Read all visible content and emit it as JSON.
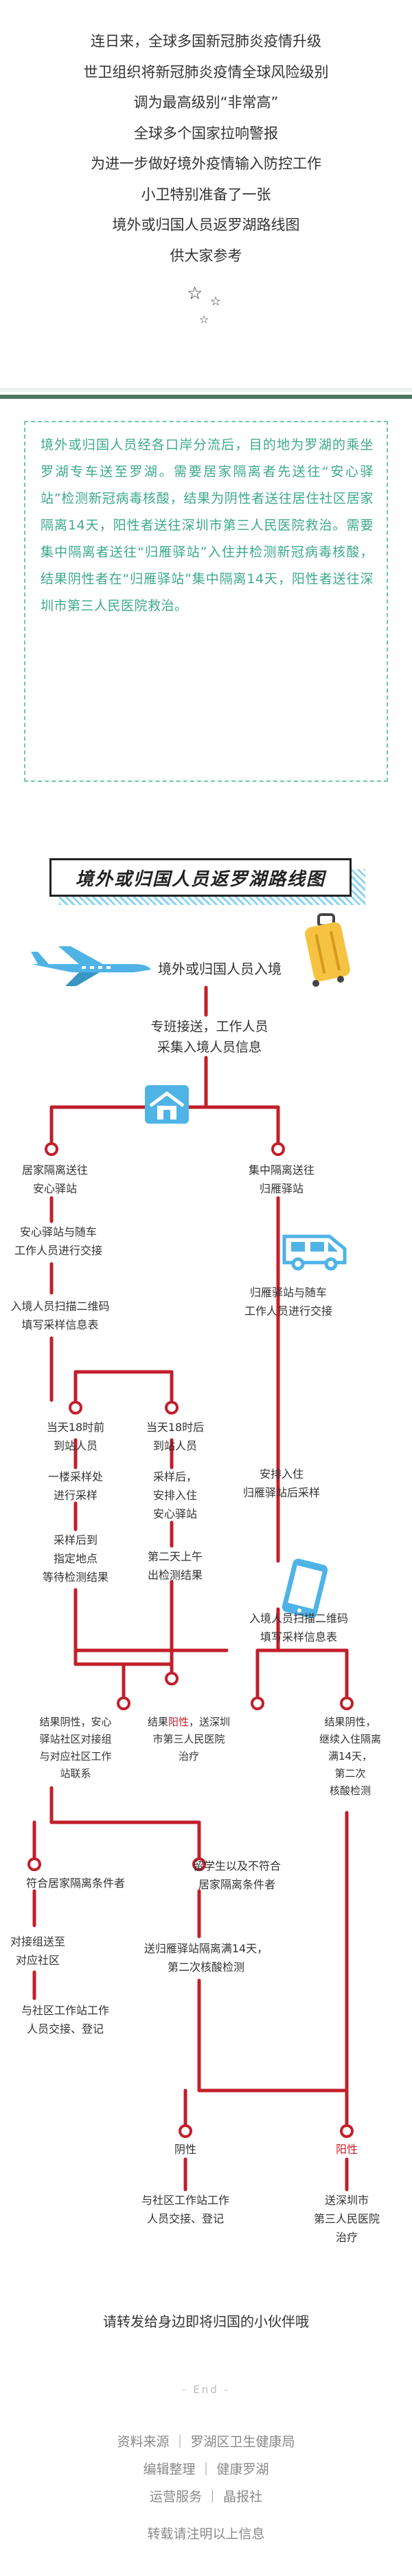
{
  "intro": {
    "lines": [
      "连日来，全球多国新冠肺炎疫情升级",
      "世卫组织将新冠肺炎疫情全球风险级别",
      "调为最高级别“非常高”",
      "全球多个国家拉响警报",
      "为进一步做好境外疫情输入防控工作",
      "小卫特别准备了一张",
      "境外或归国人员返罗湖路线图",
      "供大家参考"
    ]
  },
  "summary": "境外或归国人员经各口岸分流后，目的地为罗湖的乘坐罗湖专车送至罗湖。需要居家隔离者先送往“安心驿站”检测新冠病毒核酸，结果为阴性者送往居住社区居家隔离14天，阳性者送往深圳市第三人民医院救治。需要集中隔离者送往“归雁驿站”入住并检测新冠病毒核酸，结果阴性者在“归雁驿站”集中隔离14天，阳性者送往深圳市第三人民医院救治。",
  "diagram": {
    "title": "境外或归国人员返罗湖路线图",
    "start": "境外或归国人员入境",
    "pickup": [
      "专班接送，工作人员",
      "采集入境人员信息"
    ],
    "left_branch": [
      "居家隔离送往",
      "安心驿站"
    ],
    "right_branch": [
      "集中隔离送往",
      "归雁驿站"
    ],
    "left_handover": [
      "安心驿站与随车",
      "工作人员进行交接"
    ],
    "right_handover": [
      "归雁驿站与随车",
      "工作人员进行交接"
    ],
    "left_scan": [
      "入境人员扫描二维码",
      "填写采样信息表"
    ],
    "before18": [
      "当天18时前",
      "到站人员"
    ],
    "after18": [
      "当天18时后",
      "到站人员"
    ],
    "sample_first_floor": [
      "一楼采样处",
      "进行采样"
    ],
    "sample_then_stay": [
      "采样后，",
      "安排入住",
      "安心驿站"
    ],
    "wait_result": [
      "采样后到",
      "指定地点",
      "等待检测结果"
    ],
    "next_morning": [
      "第二天上午",
      "出检测结果"
    ],
    "right_checkin": [
      "安排入住",
      "归雁驿站后采样"
    ],
    "right_scan": [
      "入境人员扫描二维码",
      "填写采样信息表"
    ],
    "neg_left": [
      "结果阴性，安心",
      "驿站社区对接组",
      "与对应社区工作",
      "站联系"
    ],
    "pos_mid_prefix": "结果",
    "pos_mid_red": "阳性",
    "pos_mid_rest": "，送深圳",
    "pos_mid_lines": [
      "市第三人民医院",
      "治疗"
    ],
    "neg_right": [
      "结果阴性，",
      "继续入住隔离",
      "满14天，",
      "第二次",
      "核酸检测"
    ],
    "home_ok": "符合居家隔离条件者",
    "abroad": [
      "留学生以及不符合",
      "居家隔离条件者"
    ],
    "to_community": [
      "对接组送至",
      "对应社区"
    ],
    "to_guiyan": [
      "送归雁驿站隔离满14天，",
      "第二次核酸检测"
    ],
    "community_handover": [
      "与社区工作站工作",
      "人员交接、登记"
    ],
    "final_neg": "阴性",
    "final_pos": "阳性",
    "final_neg_handover": [
      "与社区工作站工作",
      "人员交接、登记"
    ],
    "final_pos_hospital": [
      "送深圳市",
      "第三人民医院",
      "治疗"
    ]
  },
  "outro": {
    "share": "请转发给身边即将归国的小伙伴哦",
    "end": "- End -",
    "source": "资料来源 ｜ 罗湖区卫生健康局",
    "edit": "编辑整理 ｜ 健康罗湖",
    "ops": "运营服务 ｜ 晶报社",
    "repost": "转载请注明以上信息"
  },
  "colors": {
    "accent_red": "#c21f2b",
    "text_green": "#3ca98c",
    "dashed_border": "#6fc9a8",
    "sky_blue": "#4fb3e6",
    "title_stripe": "#8ad5f0",
    "suitcase_yellow": "#f5c242"
  },
  "icons": [
    "star-icon",
    "airplane-icon",
    "suitcase-icon",
    "house-icon",
    "van-icon",
    "phone-icon"
  ]
}
